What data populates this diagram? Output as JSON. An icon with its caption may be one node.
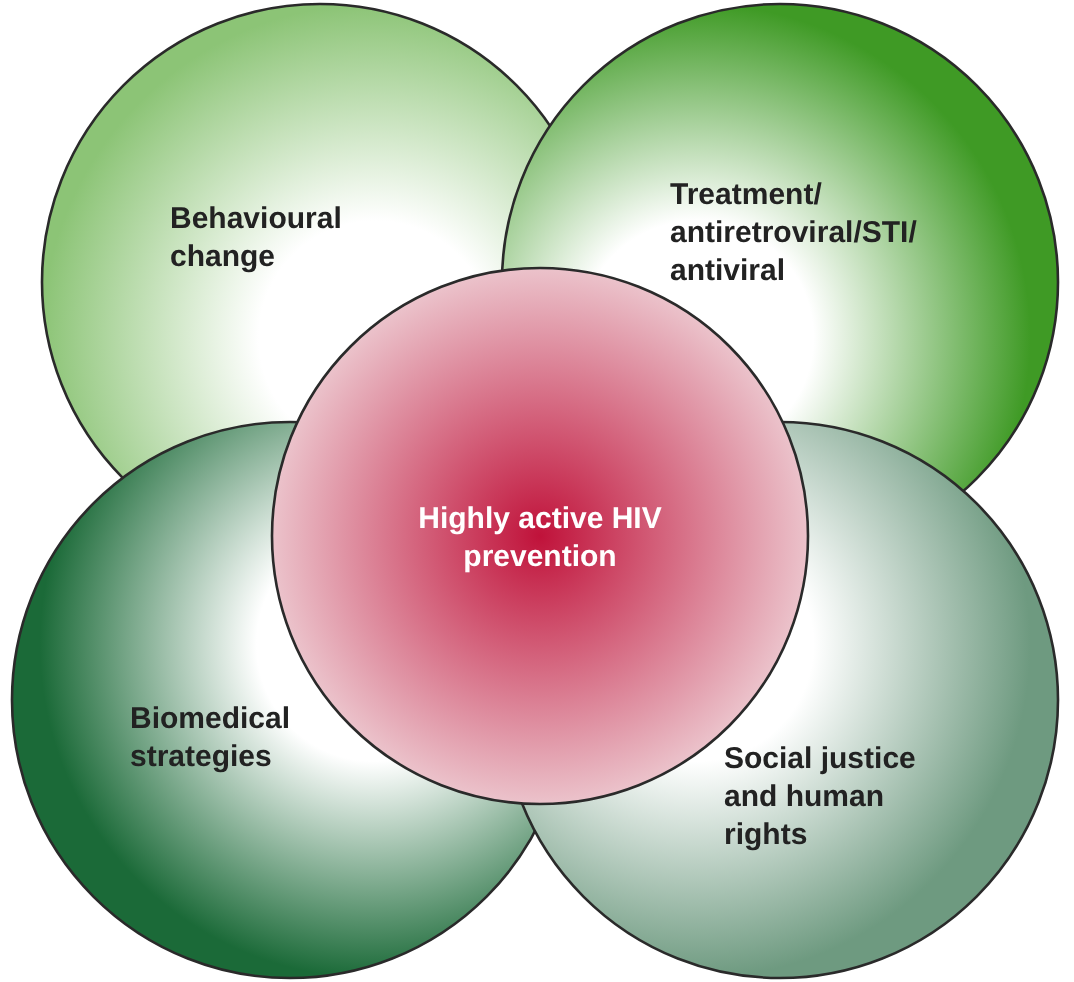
{
  "diagram": {
    "nodes": [
      {
        "text": [
          "Behavioural change"
        ]
      },
      {
        "text": [
          "Treatment/ antiretroviral/STI/ antiviral"
        ]
      },
      {
        "text": [
          "Highly active HIV prevention"
        ]
      },
      {
        "text": [
          "Biomedical strategies"
        ]
      },
      {
        "text": [
          "Social justice and human rights"
        ]
      }
    ]
  }
}
